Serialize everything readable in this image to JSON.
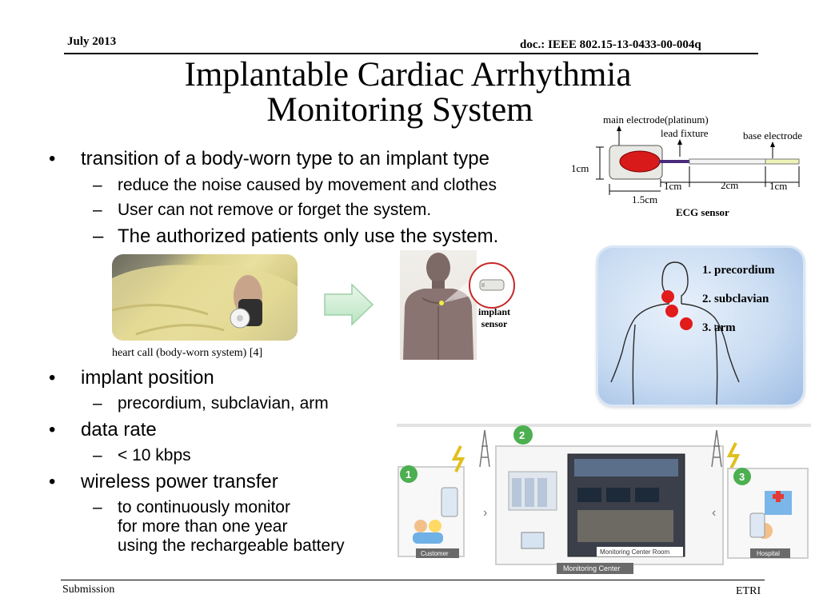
{
  "header": {
    "date": "July 2013",
    "doc_id": "doc.: IEEE 802.15-13-0433-00-004q"
  },
  "title_line1": "Implantable Cardiac Arrhythmia",
  "title_line2": "Monitoring System",
  "bullets_top": {
    "main": "transition of a body-worn type to an implant type",
    "subs": [
      "reduce the noise caused by movement and clothes",
      "User can not remove or forget the system.",
      "The authorized patients only use the system."
    ]
  },
  "ecg_diagram": {
    "main_electrode": "main electrode(platinum)",
    "lead_fixture": "lead fixture",
    "base_electrode": "base electrode",
    "height": "1cm",
    "seg1": "1cm",
    "seg2": "2cm",
    "seg3": "1cm",
    "body_len": "1.5cm",
    "caption": "ECG sensor"
  },
  "photo_caption": "heart call (body-worn system) [4]",
  "implant_label_1": "implant",
  "implant_label_2": "sensor",
  "positions": [
    "1. precordium",
    "2. subclavian",
    "3. arm"
  ],
  "bullets_bottom": [
    {
      "main": "implant position",
      "subs": [
        "precordium, subclavian, arm"
      ]
    },
    {
      "main": "data rate",
      "subs": [
        "< 10 kbps"
      ]
    },
    {
      "main": "wireless power transfer",
      "subs_multiline": [
        "to continuously monitor",
        "for more than one year",
        "using the rechargeable battery"
      ]
    }
  ],
  "system": {
    "step1": "1",
    "step2": "2",
    "step3": "3",
    "customer": "Customer",
    "monitoring_center": "Monitoring Center",
    "monitoring_room": "Monitoring Center Room",
    "hospital": "Hospital"
  },
  "footer": {
    "left": "Submission",
    "right": "ETRI"
  },
  "colors": {
    "accent_red": "#d91c1c",
    "step_green": "#4caf50",
    "panel_blue": "#c9dcf2"
  }
}
